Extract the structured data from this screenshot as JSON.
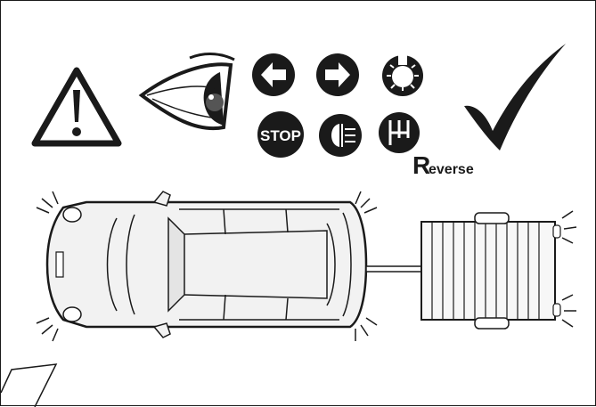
{
  "icons": {
    "warning": "warning-triangle-icon",
    "eye": "eye-icon",
    "left_turn": "left-turn-signal-icon",
    "right_turn": "right-turn-signal-icon",
    "light": "side-light-icon",
    "stop": {
      "text": "STOP"
    },
    "fog": "rear-fog-light-icon",
    "gear": {
      "letter": "R",
      "suffix": "everse"
    },
    "check": "check-mark-icon"
  },
  "colors": {
    "ink": "#1a1a1a",
    "car_fill": "#f2f2f2",
    "paper": "#ffffff"
  }
}
